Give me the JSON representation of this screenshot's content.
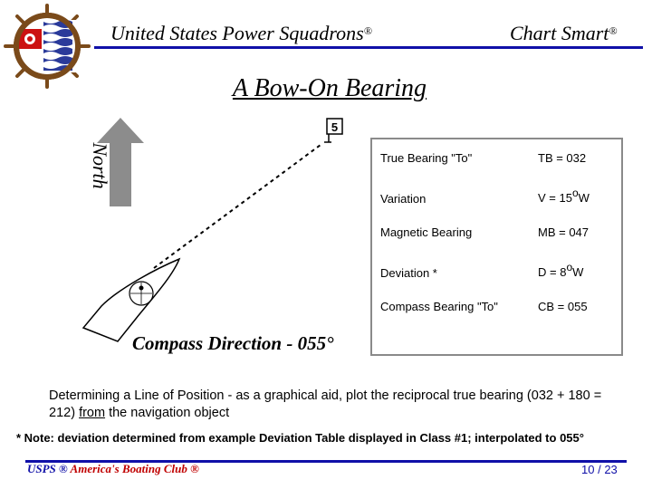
{
  "header": {
    "org_name": "United States Power Squadrons",
    "org_reg": "®",
    "course_name": "Chart Smart",
    "course_reg": "®"
  },
  "slide": {
    "title": "A Bow-On Bearing",
    "north_label": "North",
    "mark_number": "5",
    "compass_direction": "Compass Direction - 055°"
  },
  "bearing_table": {
    "rows": [
      {
        "label": "True Bearing \"To\"",
        "value": "TB = 032"
      },
      {
        "label": "Variation",
        "value": "V =  15",
        "deg": "o",
        "suffix": "W"
      },
      {
        "label": "Magnetic Bearing",
        "value": "MB = 047"
      },
      {
        "label": "Deviation  *",
        "value": "D =   8",
        "deg": "o",
        "suffix": "W"
      },
      {
        "label": "Compass Bearing \"To\"",
        "value": "CB = 055"
      }
    ]
  },
  "body": {
    "text_part1": "Determining a Line of Position - as a graphical aid, plot the reciprocal true bearing (032 + 180 = 212) ",
    "text_underlined": "from",
    "text_part2": " the navigation object"
  },
  "note": "*  Note:  deviation determined from example Deviation Table displayed in Class #1;  interpolated to 055°",
  "footer": {
    "left_usps": "USPS ® ",
    "left_club": "America's Boating Club ®",
    "page_current": "10",
    "page_sep": " / ",
    "page_total": "23"
  },
  "colors": {
    "rule_blue": "#1010a8",
    "club_red": "#c00000",
    "north_arrow_gray": "#8c8c8c"
  }
}
